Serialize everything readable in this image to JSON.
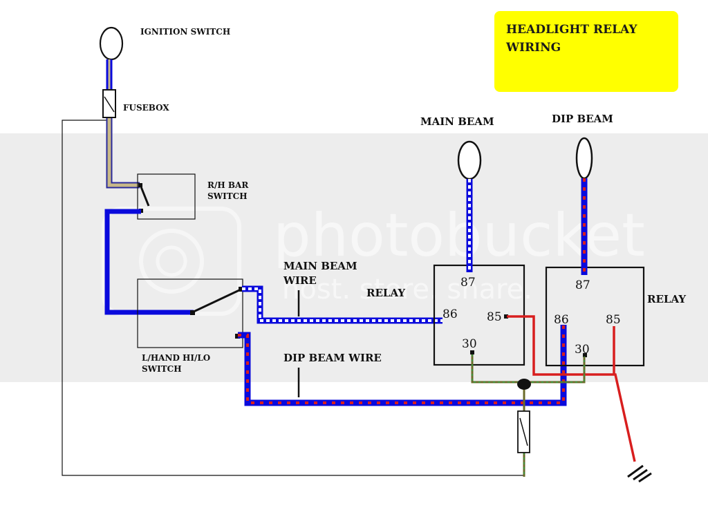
{
  "title_box": {
    "line1": "HEADLIGHT RELAY",
    "line2": "WIRING",
    "color": "#ffff00"
  },
  "labels": {
    "ignition_switch": "IGNITION SWITCH",
    "fusebox": "FUSEBOX",
    "rh_bar_switch_line1": "R/H BAR",
    "rh_bar_switch_line2": "SWITCH",
    "lh_hilo_switch_line1": "L/HAND HI/LO",
    "lh_hilo_switch_line2": "SWITCH",
    "main_beam_wire_line1": "MAIN BEAM",
    "main_beam_wire_line2": "WIRE",
    "dip_beam_wire": "DIP BEAM WIRE",
    "relay_left": "RELAY",
    "relay_right": "RELAY",
    "main_beam": "MAIN BEAM",
    "dip_beam": "DIP BEAM"
  },
  "relay_pins": {
    "left": {
      "p87": "87",
      "p86": "86",
      "p85": "85",
      "p30": "30"
    },
    "right": {
      "p87": "87",
      "p86": "86",
      "p85": "85",
      "p30": "30"
    }
  },
  "watermark": {
    "text": "photobucket",
    "subtext": "host. store. share."
  },
  "colors": {
    "wire_blue": "#0a0adc",
    "wire_red": "#d81e1e",
    "wire_tan": "#c8b988",
    "wire_green_brown": "#6b6b2a",
    "outline": "#111111",
    "band": "#d8d8d8"
  }
}
